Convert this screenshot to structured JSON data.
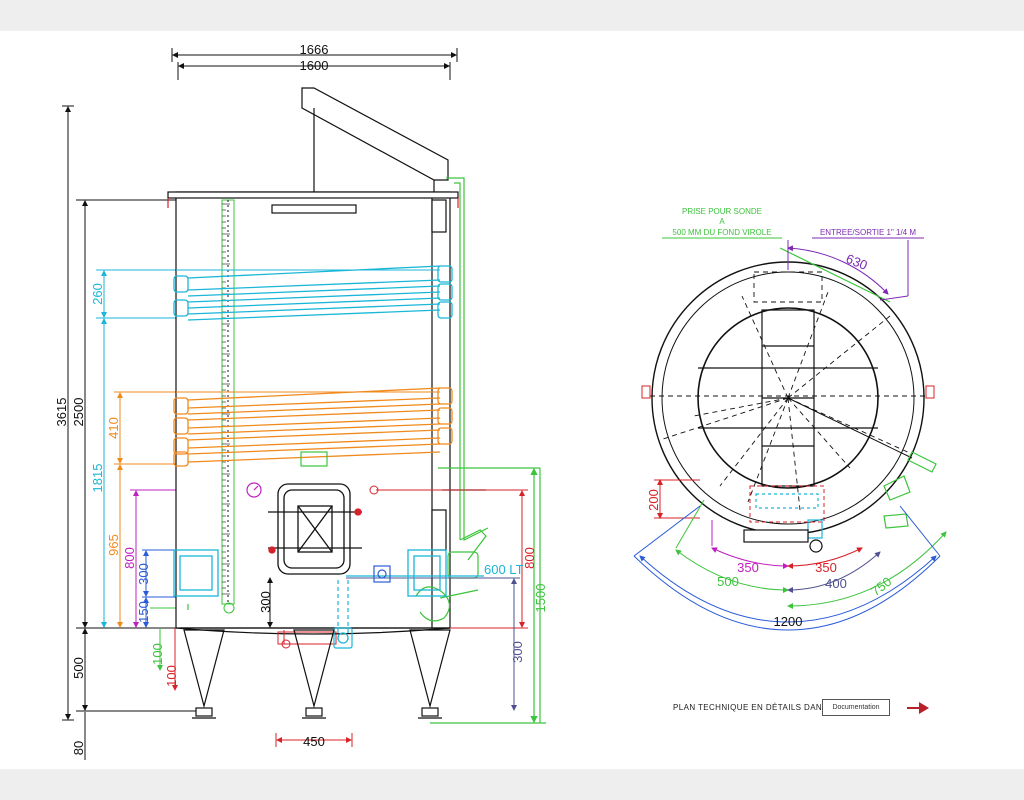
{
  "colors": {
    "black": "#111111",
    "cyan": "#19b6d8",
    "orange": "#f08a1c",
    "green": "#3cc43c",
    "magenta": "#c020c0",
    "red": "#d8222a",
    "blue": "#2a5cd8",
    "purple": "#7d2ab4",
    "slate": "#505090",
    "gray": "#777777",
    "accent": "#b8202a"
  },
  "side_view": {
    "top_width_outer": "1666",
    "top_width_inner": "1600",
    "left_total_height": "3615",
    "left_body_height": "2500",
    "left_foot": "500",
    "left_base": "80",
    "cyan_jacket_height": "260",
    "cyan_jacket_pos": "1815",
    "orange_jacket_height": "410",
    "orange_jacket_pos": "965",
    "magenta_height": "800",
    "blue_height": "300",
    "blue_low": "150",
    "green_low": "100",
    "red_low": "100",
    "door_height": "300",
    "volume_label": "600 LT",
    "right_red": "800",
    "right_green": "1500",
    "right_slate": "300",
    "bottom_width": "450"
  },
  "top_view": {
    "probe_note_line1": "PRISE POUR SONDE",
    "probe_note_line2": "A",
    "probe_note_line3": "500 MM DU FOND VIROLE",
    "inlet_note": "ENTREE/SORTIE 1\" 1/4 M",
    "arc_purple": "630",
    "left_red": "200",
    "magenta_left": "350",
    "red_right": "350",
    "green_left": "500",
    "slate_right": "400",
    "green_right": "750",
    "outer_blue": "1200"
  },
  "footer": {
    "text": "PLAN TECHNIQUE EN DÉTAILS DANS",
    "button_label": "Documentation",
    "arrow_icon": "arrow-right-icon"
  }
}
